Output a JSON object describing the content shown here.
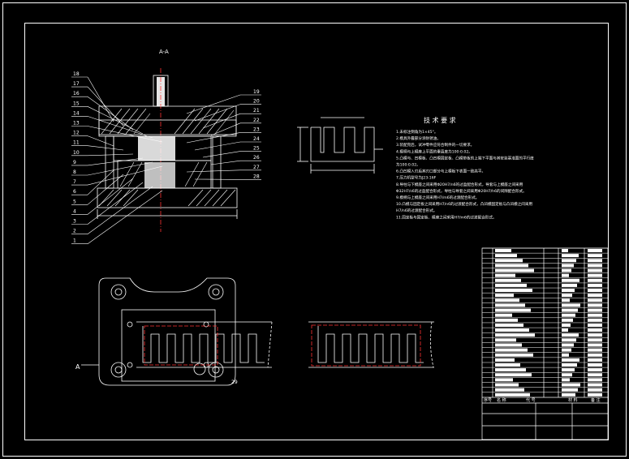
{
  "section_label": "A-A",
  "view_label": "A",
  "part_numbers_left": [
    "18",
    "17",
    "16",
    "15",
    "14",
    "13",
    "12",
    "11",
    "10",
    "9",
    "8",
    "7",
    "6",
    "5",
    "4",
    "3",
    "2",
    "1"
  ],
  "part_numbers_right": [
    "19",
    "20",
    "21",
    "22",
    "23",
    "24",
    "25",
    "26",
    "27",
    "28"
  ],
  "callout_29": "29",
  "tech_title": "技 术 要 求",
  "tech_lines": [
    "1.未标注倒角为1×45°。",
    "2.模具外露部分涂防锈油。",
    "3.装配完后，试冲零件应符合制件的一切要求。",
    "4.模柄与上模座上平面的垂直度为100:0.02。",
    "5.凸模与、凹模板、凸凹模固定板、凸模垫板的上端下平面与其安装基准面的平行度",
    "  为100:0.02。",
    "6.凸凹模入刃后其刃口部分与上模板下表面一致高平。",
    "7.压力机型号为J23-16F",
    "8.导柱与下模座之间采用Φ20H7/n6的过盈配合形式，导套与上模座之间采用",
    "  Φ32H7/s6的过盈配合形式，导柱与导套之间采用Φ20H7/h6的间隙配合形式。",
    "9.模柄与上模座之间采用H7/m6的过渡配合形式。",
    "10.凸模与固定板之间采用H7/n6的过渡配合形式，凸凹模固定板与凸凹模之间采用",
    "  H7/n6的过渡配合形式。",
    "11.固定板与固定板、模座之间采用H7/m6的过渡配合形式。"
  ],
  "table_headers": [
    "序号",
    "名 称",
    "代 号",
    "材 料",
    "备 注"
  ],
  "colors": {
    "background": "#000000",
    "line": "#ffffff",
    "center_line": "#ff3333",
    "frame": "#ffffff"
  }
}
